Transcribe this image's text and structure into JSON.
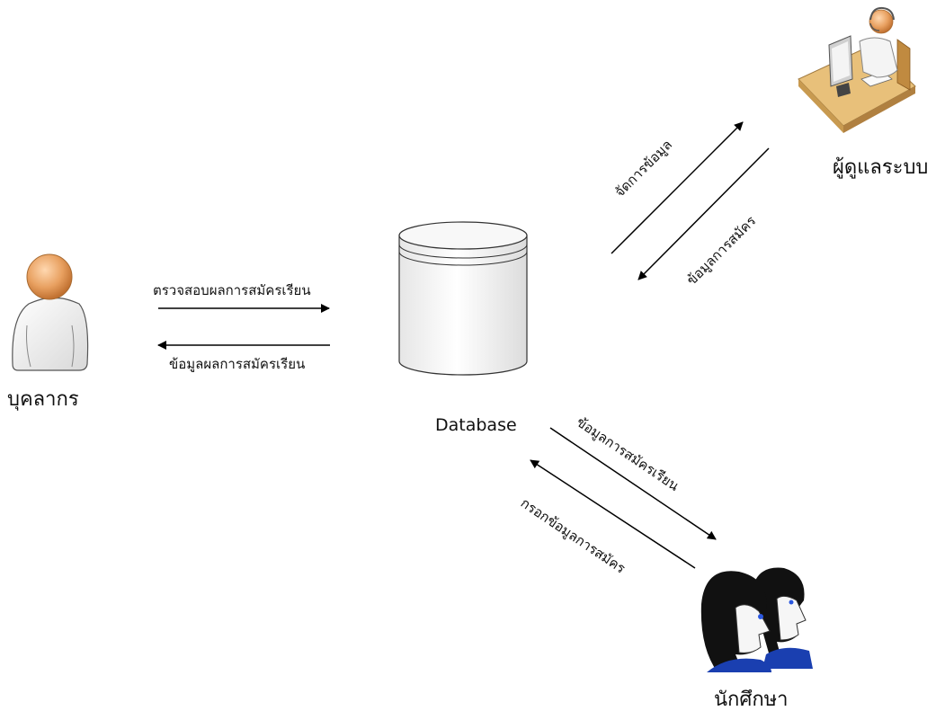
{
  "actors": {
    "personnel": "บุคลากร",
    "admin": "ผู้ดูแลระบบ",
    "students": "นักศึกษา"
  },
  "database": {
    "label": "Database"
  },
  "flows": {
    "check_result": "ตรวจสอบผลการสมัครเรียน",
    "result_info": "ข้อมูลผลการสมัครเรียน",
    "manage_data": "จัดการข้อมูล",
    "application_info": "ข้อมูลการสมัคร",
    "enrollment_info": "ข้อมูลการสมัครเรียน",
    "fill_application": "กรอกข้อมูลการสมัคร"
  },
  "colors": {
    "line": "#000000",
    "person_head": "#e8a060",
    "person_body": "#f2f2f2",
    "desk": "#e8c07a",
    "student_shirt": "#1a3fb0",
    "cylinder": "#f4f4f4"
  }
}
